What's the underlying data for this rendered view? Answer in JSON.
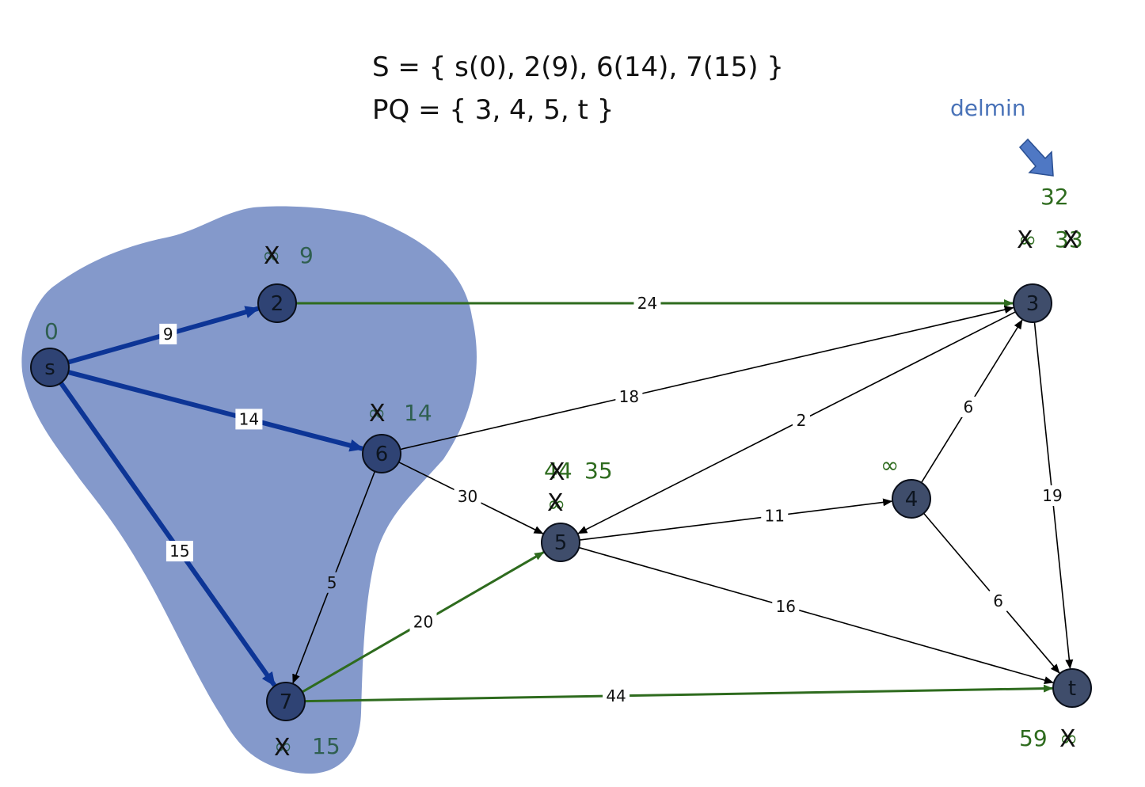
{
  "header": {
    "line1": "S = { s(0), 2(9), 6(14), 7(15) }",
    "line2": "PQ = { 3, 4, 5, t }"
  },
  "delmin": {
    "label": "delmin"
  },
  "colors": {
    "blob": "#8499cb",
    "node_fill": "#3f4d6b",
    "tree_edge": "#0d3596",
    "relaxed_edge": "#2e6b1e",
    "plain_edge": "#000000",
    "annotation": "#2e6b1e",
    "annotation_inside": "#2f5f50",
    "delmin_text": "#4a73b8",
    "delmin_arrow": "#4f78c4"
  },
  "nodes": [
    {
      "id": "s",
      "label": "s"
    },
    {
      "id": "2",
      "label": "2"
    },
    {
      "id": "6",
      "label": "6"
    },
    {
      "id": "7",
      "label": "7"
    },
    {
      "id": "5",
      "label": "5"
    },
    {
      "id": "4",
      "label": "4"
    },
    {
      "id": "3",
      "label": "3"
    },
    {
      "id": "t",
      "label": "t"
    }
  ],
  "edges": [
    {
      "from": "s",
      "to": "2",
      "weight": "9",
      "style": "tree"
    },
    {
      "from": "s",
      "to": "6",
      "weight": "14",
      "style": "tree"
    },
    {
      "from": "s",
      "to": "7",
      "weight": "15",
      "style": "tree"
    },
    {
      "from": "2",
      "to": "3",
      "weight": "24",
      "style": "relaxed"
    },
    {
      "from": "6",
      "to": "3",
      "weight": "18",
      "style": "plain"
    },
    {
      "from": "6",
      "to": "5",
      "weight": "30",
      "style": "plain"
    },
    {
      "from": "6",
      "to": "7",
      "weight": "5",
      "style": "plain"
    },
    {
      "from": "7",
      "to": "5",
      "weight": "20",
      "style": "relaxed"
    },
    {
      "from": "7",
      "to": "t",
      "weight": "44",
      "style": "relaxed"
    },
    {
      "from": "3",
      "to": "5",
      "weight": "2",
      "style": "plain"
    },
    {
      "from": "5",
      "to": "4",
      "weight": "11",
      "style": "plain"
    },
    {
      "from": "5",
      "to": "t",
      "weight": "16",
      "style": "plain"
    },
    {
      "from": "4",
      "to": "3",
      "weight": "6",
      "style": "plain"
    },
    {
      "from": "4",
      "to": "t",
      "weight": "6",
      "style": "plain"
    },
    {
      "from": "3",
      "to": "t",
      "weight": "19",
      "style": "plain"
    }
  ],
  "annotations": {
    "s_dist": "0",
    "n2_old": "∞",
    "n2_new": "9",
    "n6_old": "∞",
    "n6_new": "14",
    "n7_old": "∞",
    "n7_new": "15",
    "n5_old1": "44",
    "n5_new": "35",
    "n5_old0": "∞",
    "n4_dist": "∞",
    "n3_top": "32",
    "n3_old0": "∞",
    "n3_old1": "33",
    "t_new": "59",
    "t_old": "∞",
    "cross_mark": "X"
  }
}
